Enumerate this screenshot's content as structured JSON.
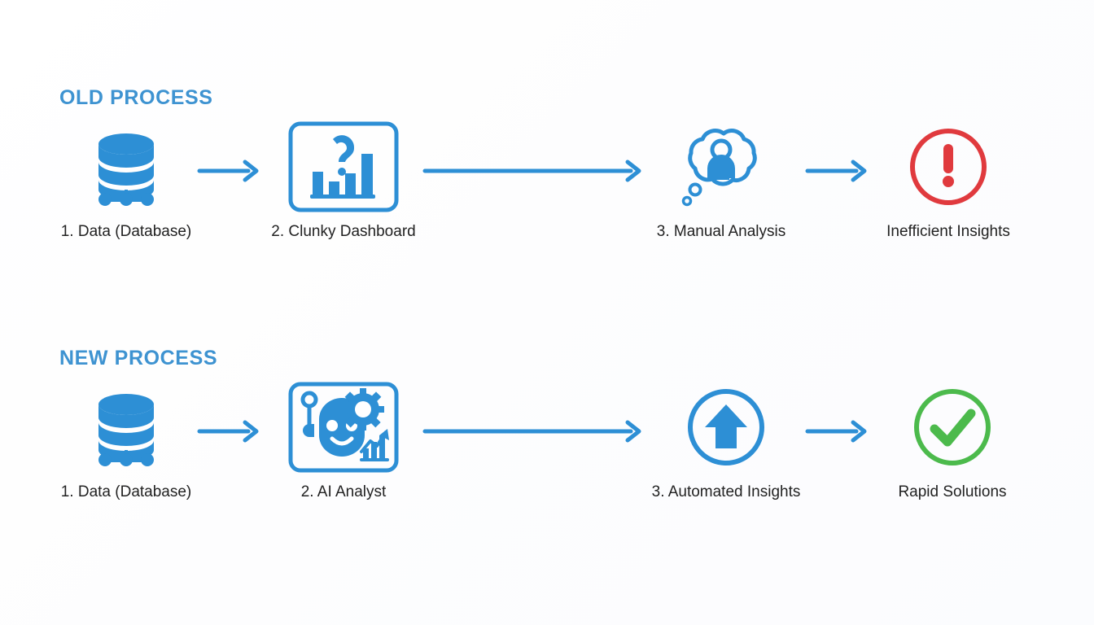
{
  "colors": {
    "accent_blue": "#3e93d1",
    "icon_blue": "#2d8fd5",
    "error_red": "#e03a3e",
    "success_green": "#4cba4c",
    "label_text": "#222222",
    "background": "#fdfdfe"
  },
  "sections": [
    {
      "id": "old",
      "title": "OLD PROCESS",
      "steps": [
        {
          "label": "1. Data (Database)",
          "icon": "database-icon"
        },
        {
          "label": "2. Clunky Dashboard",
          "icon": "clunky-dashboard-icon"
        },
        {
          "label": "3. Manual Analysis",
          "icon": "thought-bubble-person-icon"
        },
        {
          "label": "Inefficient Insights",
          "icon": "error-exclamation-icon"
        }
      ],
      "connectors": [
        {
          "type": "arrow-short"
        },
        {
          "type": "arrow-long"
        },
        {
          "type": "arrow-short"
        }
      ]
    },
    {
      "id": "new",
      "title": "NEW PROCESS",
      "steps": [
        {
          "label": "1. Data (Database)",
          "icon": "database-icon"
        },
        {
          "label": "2. AI Analyst",
          "icon": "ai-robot-analyst-icon"
        },
        {
          "label": "3. Automated Insights",
          "icon": "up-arrow-circle-icon"
        },
        {
          "label": "Rapid Solutions",
          "icon": "success-check-icon"
        }
      ],
      "connectors": [
        {
          "type": "arrow-short"
        },
        {
          "type": "arrow-long"
        },
        {
          "type": "arrow-short"
        }
      ]
    }
  ]
}
